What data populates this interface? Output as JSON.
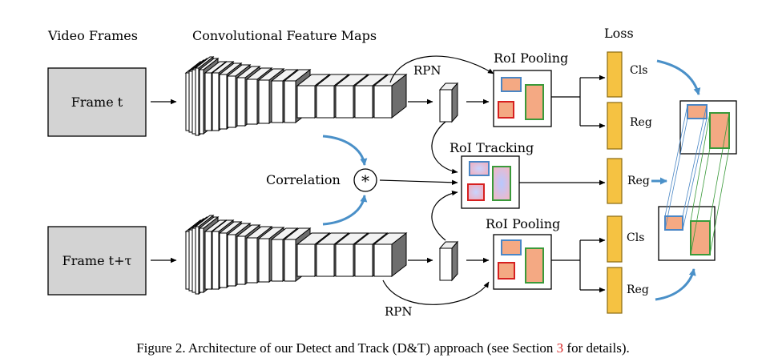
{
  "labels": {
    "video_frames": "Video Frames",
    "conv_maps": "Convolutional Feature Maps",
    "loss": "Loss",
    "frame_t": "Frame t",
    "frame_t_tau": "Frame t+τ",
    "rpn_top": "RPN",
    "rpn_bottom": "RPN",
    "roi_pooling_top": "RoI Pooling",
    "roi_pooling_bottom": "RoI Pooling",
    "roi_tracking": "RoI Tracking",
    "correlation": "Correlation",
    "correlation_symbol": "*",
    "cls_1": "Cls",
    "reg_1": "Reg",
    "reg_2": "Reg",
    "cls_2": "Cls",
    "reg_3": "Reg"
  },
  "caption": {
    "prefix": "Figure 2. Architecture of our Detect and Track (D&T) approach (see Section ",
    "link": "3",
    "suffix": " for details)."
  },
  "colors": {
    "frame_fill": "#d3d3d3",
    "loss_fill": "#f5c242",
    "loss_stroke": "#8a6a10",
    "arrow_blue": "#4a90c8",
    "box_blue": "#4a86c5",
    "box_red": "#d62020",
    "box_green": "#3a9a3a",
    "box_salmon": "#f4a983",
    "caption_link": "#d62020"
  }
}
